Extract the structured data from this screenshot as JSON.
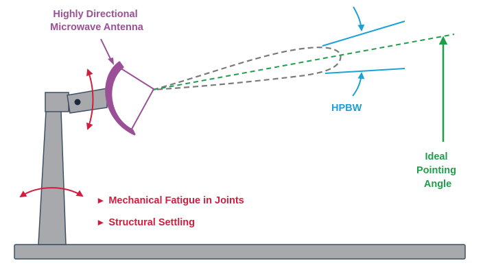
{
  "colors": {
    "structure_fill": "#a7a9ac",
    "structure_stroke": "#3d4f63",
    "antenna": "#9b4f96",
    "beam": "#1ba1d5",
    "beam_envelope": "#7a7a7a",
    "ideal": "#1e9e4a",
    "issue": "#d21d3c"
  },
  "labels": {
    "antenna": [
      "Highly Directional",
      "Microwave Antenna"
    ],
    "hpbw": "HPBW",
    "ideal_pointing": [
      "Ideal",
      "Pointing",
      "Angle"
    ]
  },
  "issues": [
    {
      "marker": "▸",
      "text": "Mechanical Fatigue in Joints"
    },
    {
      "marker": "▸",
      "text": "Structural Settling"
    }
  ]
}
